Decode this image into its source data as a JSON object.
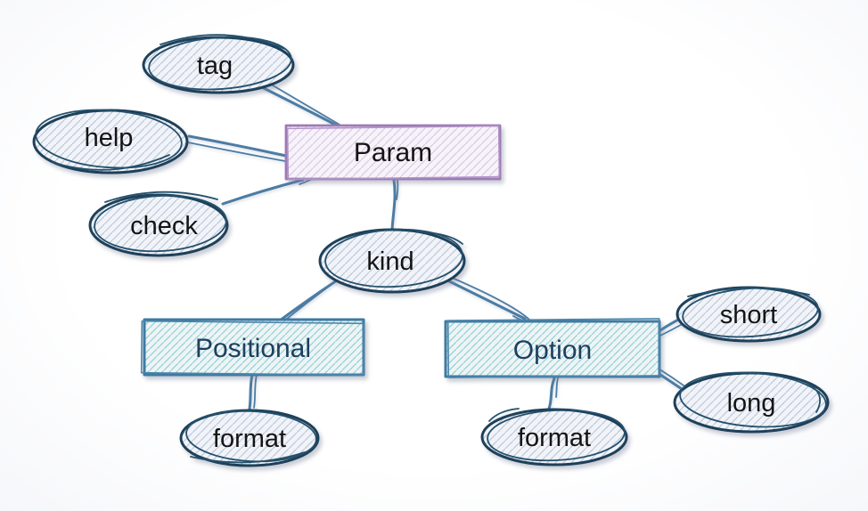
{
  "diagram": {
    "description": "Hand-drawn style graph of Param attributes and kinds",
    "nodes": [
      {
        "id": "tag",
        "label": "tag",
        "shape": "ellipse"
      },
      {
        "id": "help",
        "label": "help",
        "shape": "ellipse"
      },
      {
        "id": "check",
        "label": "check",
        "shape": "ellipse"
      },
      {
        "id": "param",
        "label": "Param",
        "shape": "box"
      },
      {
        "id": "kind",
        "label": "kind",
        "shape": "ellipse"
      },
      {
        "id": "positional",
        "label": "Positional",
        "shape": "box"
      },
      {
        "id": "option",
        "label": "Option",
        "shape": "box"
      },
      {
        "id": "format-positional",
        "label": "format",
        "shape": "ellipse"
      },
      {
        "id": "format-option",
        "label": "format",
        "shape": "ellipse"
      },
      {
        "id": "short",
        "label": "short",
        "shape": "ellipse"
      },
      {
        "id": "long",
        "label": "long",
        "shape": "ellipse"
      }
    ],
    "edges": [
      {
        "from": "tag",
        "to": "param"
      },
      {
        "from": "help",
        "to": "param"
      },
      {
        "from": "check",
        "to": "param"
      },
      {
        "from": "param",
        "to": "kind"
      },
      {
        "from": "kind",
        "to": "positional"
      },
      {
        "from": "kind",
        "to": "option"
      },
      {
        "from": "positional",
        "to": "format-positional"
      },
      {
        "from": "option",
        "to": "format-option"
      },
      {
        "from": "option",
        "to": "short"
      },
      {
        "from": "option",
        "to": "long"
      }
    ],
    "colors": {
      "ellipse_outline": "#1e4059",
      "edge": "#4b7ca4",
      "param_box_outline": "#9d7ab5",
      "param_hatch": "#d8c3e4",
      "kind_box_outline": "#3f7aa1",
      "kind_box_hatch": "#8ed5cd",
      "ellipse_hatch": "#b4c5d6",
      "node_fill": "#f1f3f8",
      "box_label_navy": "#1e3f60",
      "label_black": "#141414"
    }
  }
}
